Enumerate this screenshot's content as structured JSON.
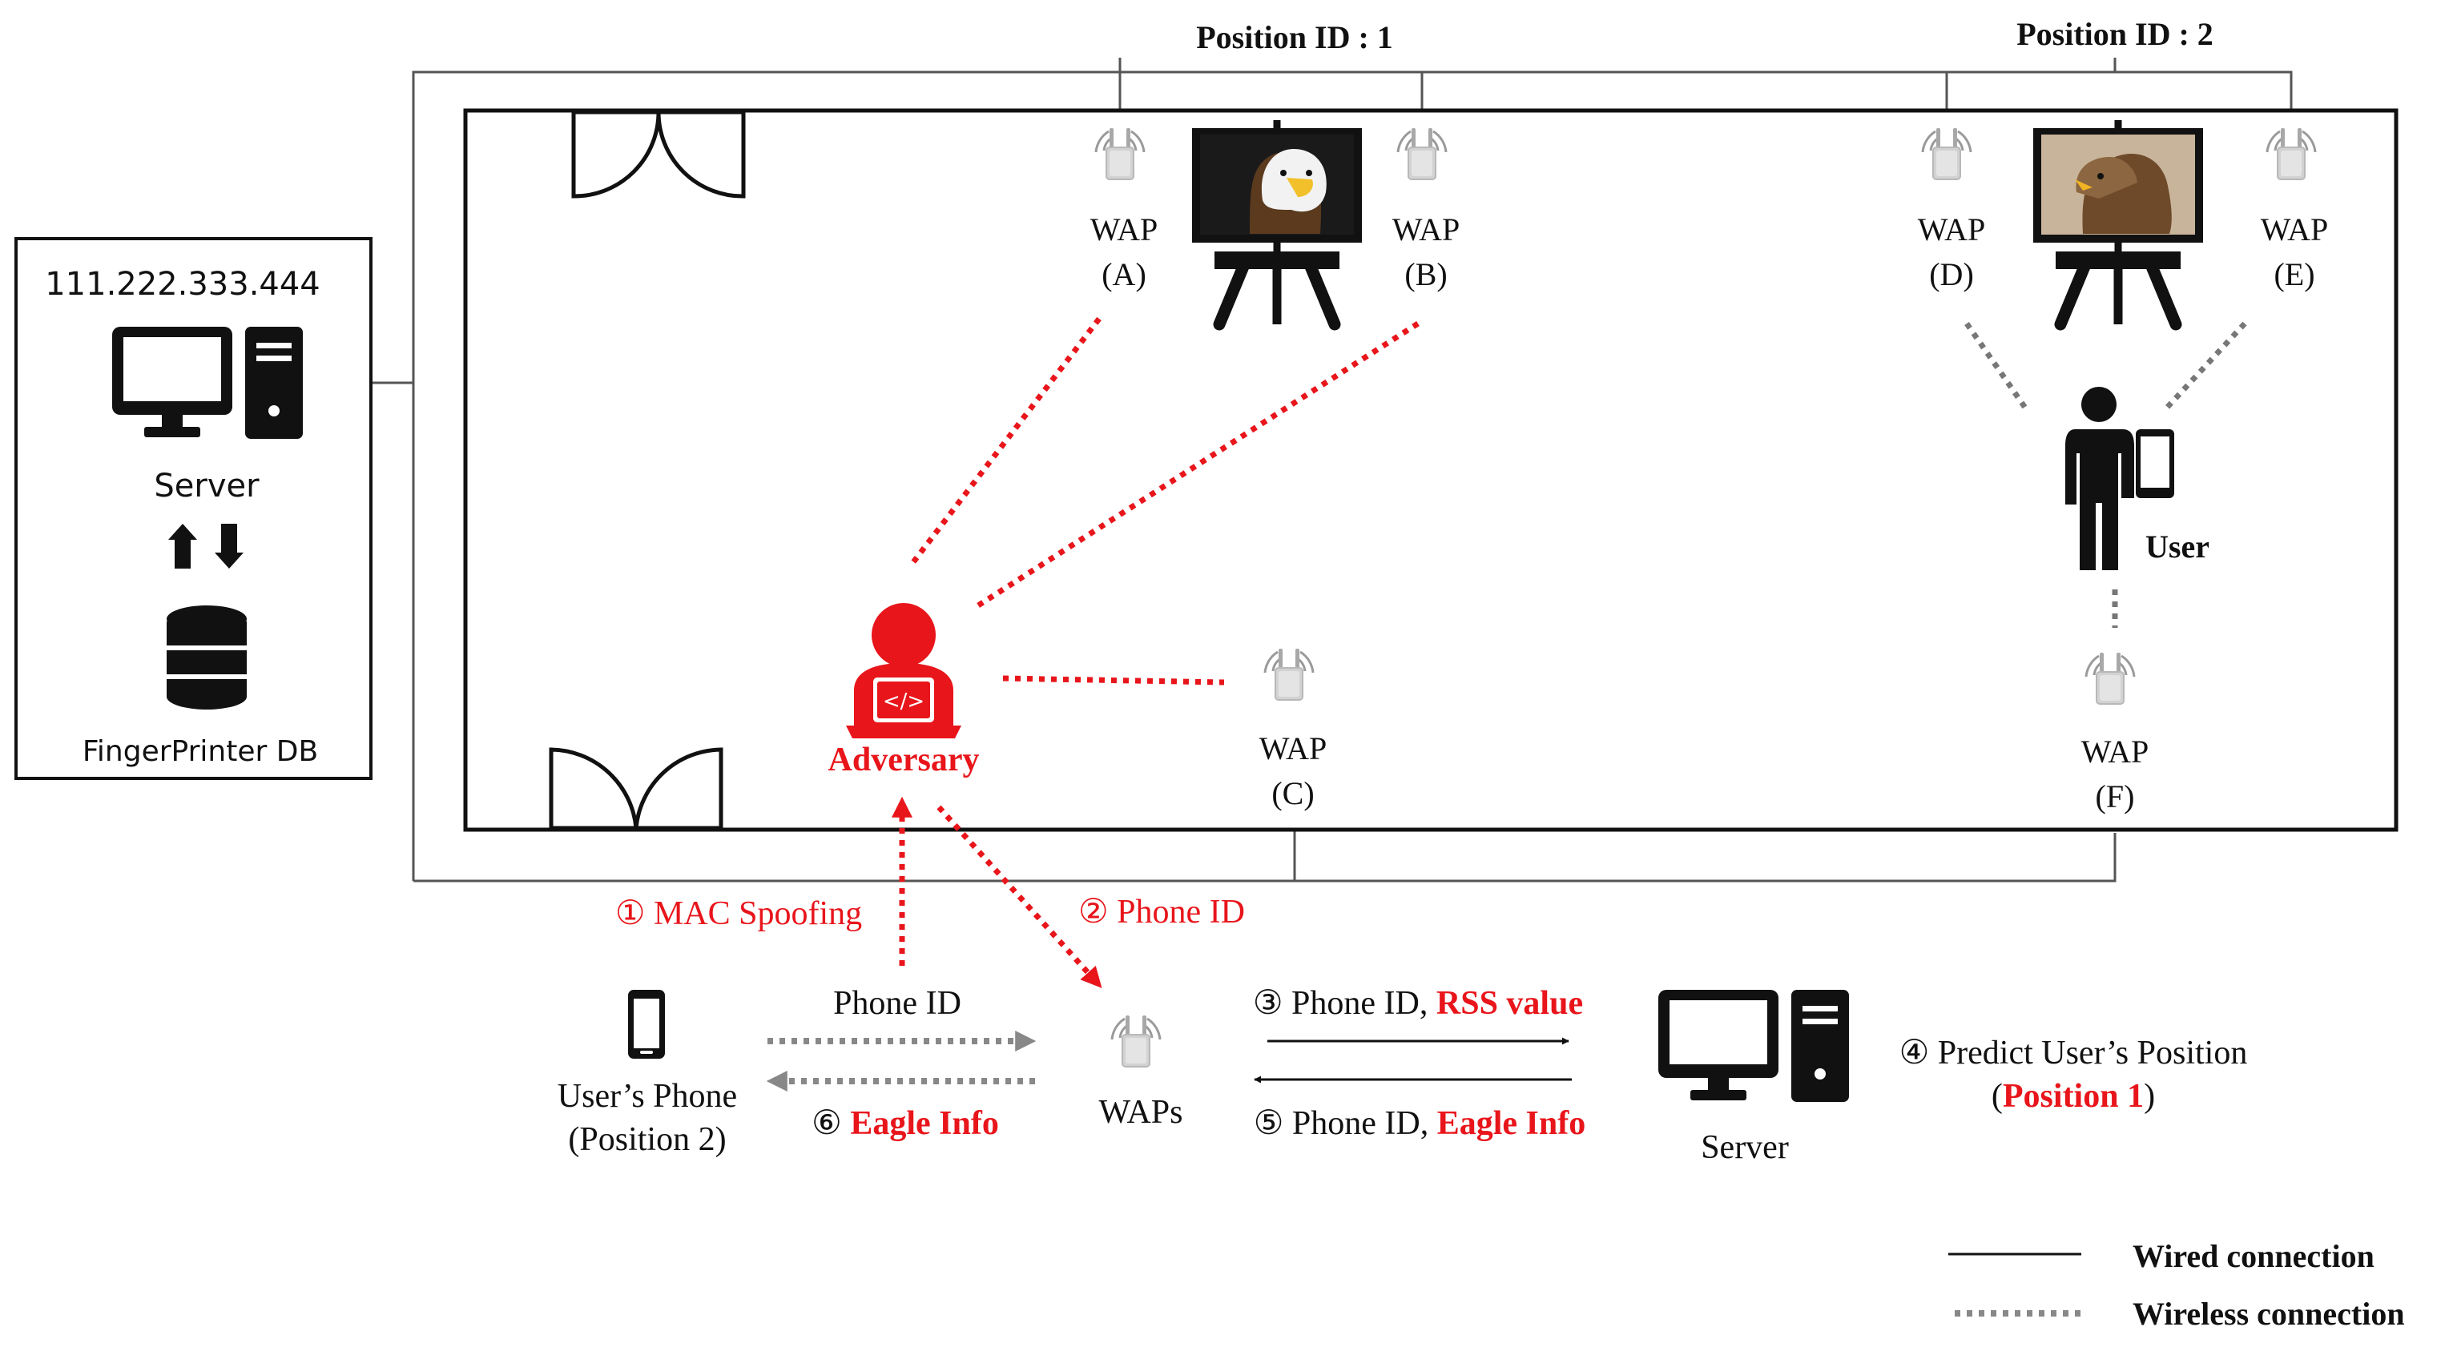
{
  "position_labels": {
    "p1": "Position ID : 1",
    "p2": "Position ID : 2"
  },
  "server_panel": {
    "ip": "111.222.333.444",
    "server_label": "Server",
    "db_label": "FingerPrinter DB"
  },
  "waps": {
    "a": {
      "name": "WAP",
      "id": "(A)"
    },
    "b": {
      "name": "WAP",
      "id": "(B)"
    },
    "c": {
      "name": "WAP",
      "id": "(C)"
    },
    "d": {
      "name": "WAP",
      "id": "(D)"
    },
    "e": {
      "name": "WAP",
      "id": "(E)"
    },
    "f": {
      "name": "WAP",
      "id": "(F)"
    }
  },
  "actors": {
    "adversary": "Adversary",
    "user": "User"
  },
  "steps": {
    "s1": "① MAC Spoofing",
    "s2": "② Phone ID",
    "s3_prefix": "③ Phone ID, ",
    "s3_highlight": "RSS value",
    "s4": "④ Predict User’s Position",
    "s4_open": "(",
    "s4_highlight": "Position 1",
    "s4_close": ")",
    "s5_prefix": "⑤ Phone ID, ",
    "s5_highlight": "Eagle Info",
    "s6_prefix": "⑥ ",
    "s6_highlight": "Eagle Info",
    "phone_id": "Phone ID"
  },
  "flow": {
    "phone_label": "User’s Phone",
    "phone_position": "(Position 2)",
    "waps_label": "WAPs",
    "server_label": "Server"
  },
  "legend": {
    "wired": "Wired connection",
    "wireless": "Wireless connection"
  }
}
